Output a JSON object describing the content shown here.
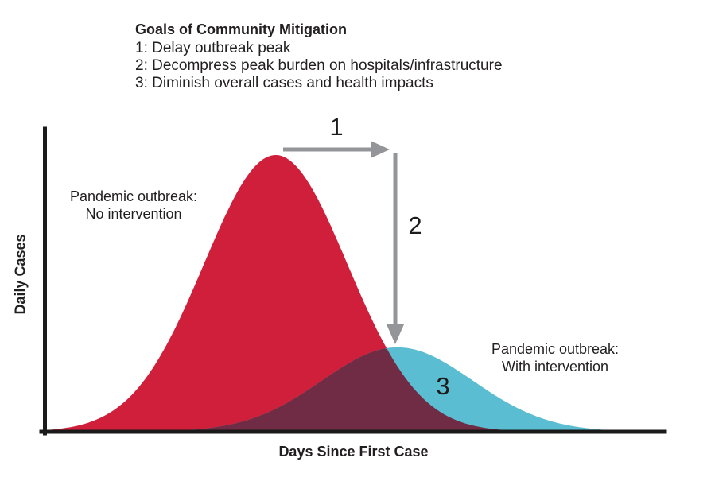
{
  "header": {
    "title": "Goals of Community Mitigation",
    "goals": [
      "1: Delay outbreak peak",
      "2: Decompress peak burden on hospitals/infrastructure",
      "3: Diminish overall cases and health impacts"
    ]
  },
  "chart_data": {
    "type": "area",
    "title": "Goals of Community Mitigation",
    "xlabel": "Days Since First Case",
    "ylabel": "Daily Cases",
    "grid": false,
    "x_axis": {
      "range_relative": [
        0,
        1
      ],
      "tick_labels": []
    },
    "y_axis": {
      "range_relative": [
        0,
        1
      ],
      "tick_labels": []
    },
    "series": [
      {
        "name": "Pandemic outbreak: No intervention",
        "label_lines": [
          "Pandemic outbreak:",
          "No intervention"
        ],
        "color": "#d01f3b",
        "curve": "gaussian",
        "peak_x": 0.374,
        "peak_height": 1.0,
        "sigma": 0.116
      },
      {
        "name": "Pandemic outbreak: With intervention",
        "label_lines": [
          "Pandemic outbreak:",
          "With intervention"
        ],
        "color": "#5bbdd1",
        "curve": "gaussian",
        "peak_x": 0.571,
        "peak_height": 0.305,
        "sigma": 0.122
      }
    ],
    "overlap_color": "#6f2c44",
    "arrow_color": "#939598",
    "axis_color": "#1a1a1a",
    "annotations": [
      {
        "label": "1",
        "type": "arrow-right"
      },
      {
        "label": "2",
        "type": "arrow-down"
      },
      {
        "label": "3",
        "type": "text"
      }
    ]
  }
}
